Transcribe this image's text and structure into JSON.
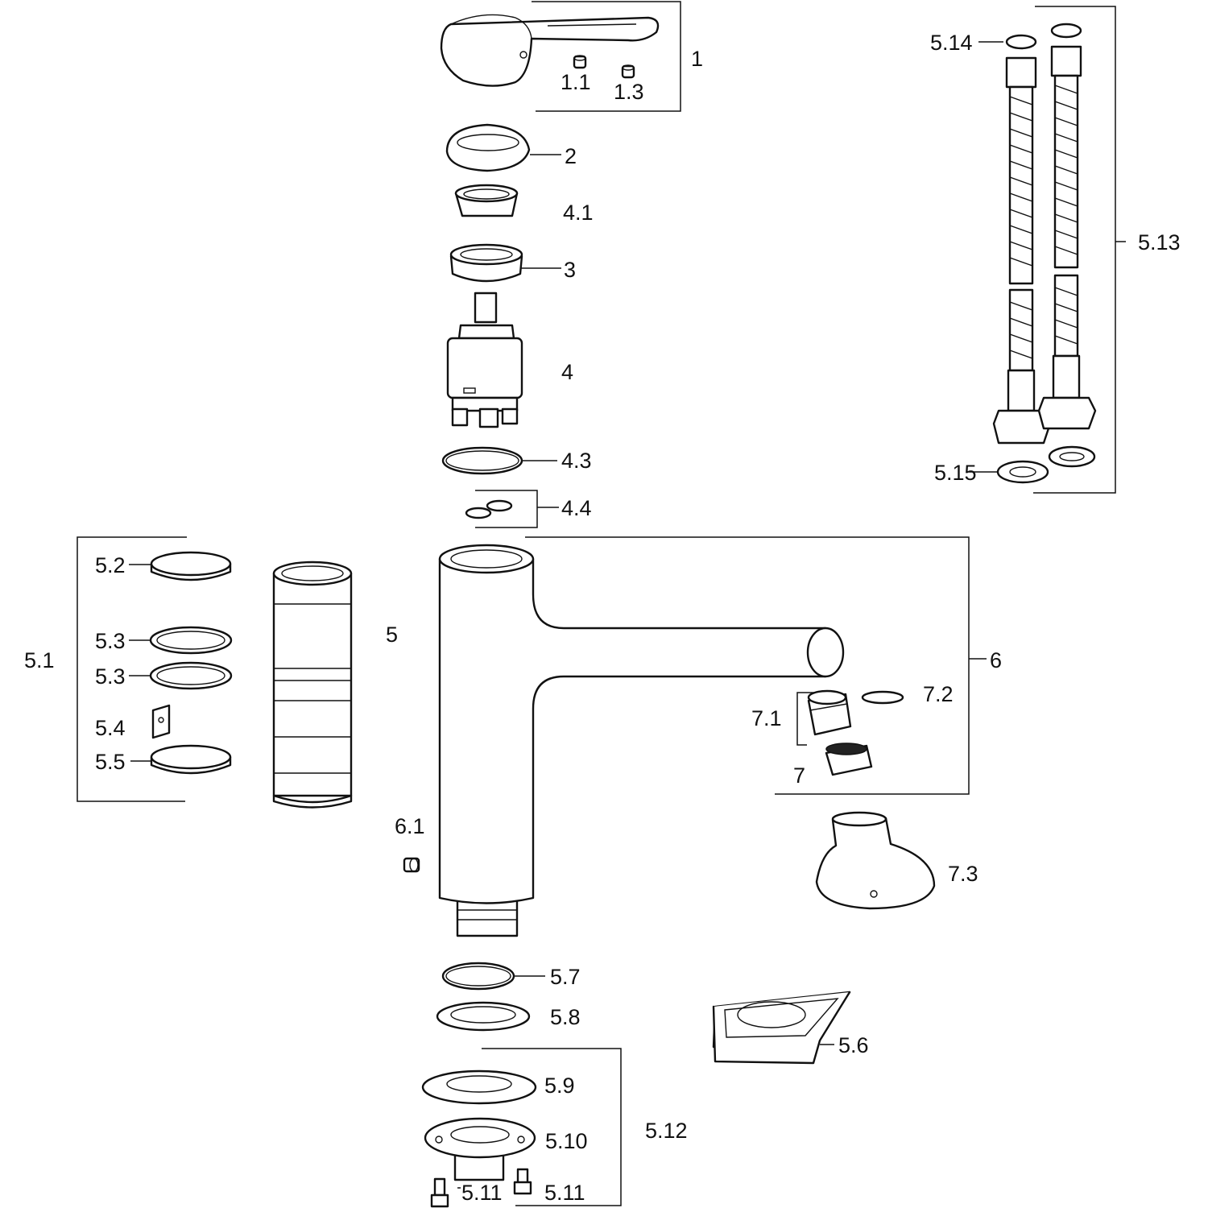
{
  "diagram": {
    "labels": {
      "p1": "1",
      "p1_1": "1.1",
      "p1_3": "1.3",
      "p2": "2",
      "p4_1": "4.1",
      "p3": "3",
      "p4": "4",
      "p4_3": "4.3",
      "p4_4": "4.4",
      "p5_14": "5.14",
      "p5_13": "5.13",
      "p5_15": "5.15",
      "p5_2": "5.2",
      "p5_3a": "5.3",
      "p5_3b": "5.3",
      "p5_1": "5.1",
      "p5_4": "5.4",
      "p5_5": "5.5",
      "p5": "5",
      "p6": "6",
      "p7_2": "7.2",
      "p7_1": "7.1",
      "p7": "7",
      "p6_1": "6.1",
      "p7_3": "7.3",
      "p5_7": "5.7",
      "p5_8": "5.8",
      "p5_6": "5.6",
      "p5_9": "5.9",
      "p5_10": "5.10",
      "p5_12": "5.12",
      "p5_11a": "5.11",
      "p5_11b": "5.11"
    }
  }
}
